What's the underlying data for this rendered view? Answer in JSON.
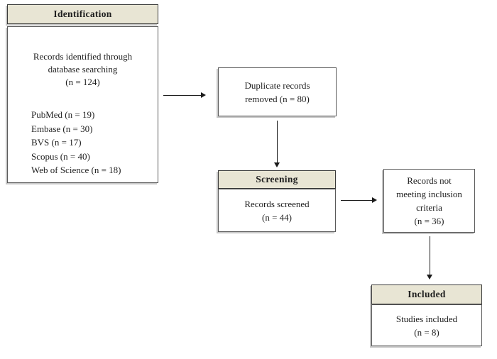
{
  "colors": {
    "header_fill": "#e8e5d4",
    "header_border": "#3a3a3a",
    "box_border": "#5a5a5a",
    "shadow": "#c6c6c6",
    "arrow": "#1a1a1a",
    "text": "#1f1f1f",
    "background": "#ffffff"
  },
  "identification": {
    "header": "Identification",
    "summary_lines": {
      "0": "Records identified through",
      "1": "database searching",
      "2": "(n = 124)"
    },
    "sources": {
      "0": "PubMed (n = 19)",
      "1": "Embase (n = 30)",
      "2": "BVS (n = 17)",
      "3": "Scopus (n = 40)",
      "4": "Web of Science (n = 18)"
    }
  },
  "duplicates_removed": {
    "lines": {
      "0": "Duplicate records",
      "1": "removed (n = 80)"
    }
  },
  "screening": {
    "header": "Screening",
    "lines": {
      "0": "Records screened",
      "1": "(n = 44)"
    }
  },
  "not_meeting_criteria": {
    "lines": {
      "0": "Records not",
      "1": "meeting inclusion",
      "2": "criteria",
      "3": "(n = 36)"
    }
  },
  "included": {
    "header": "Included",
    "lines": {
      "0": "Studies included",
      "1": "(n = 8)"
    }
  }
}
